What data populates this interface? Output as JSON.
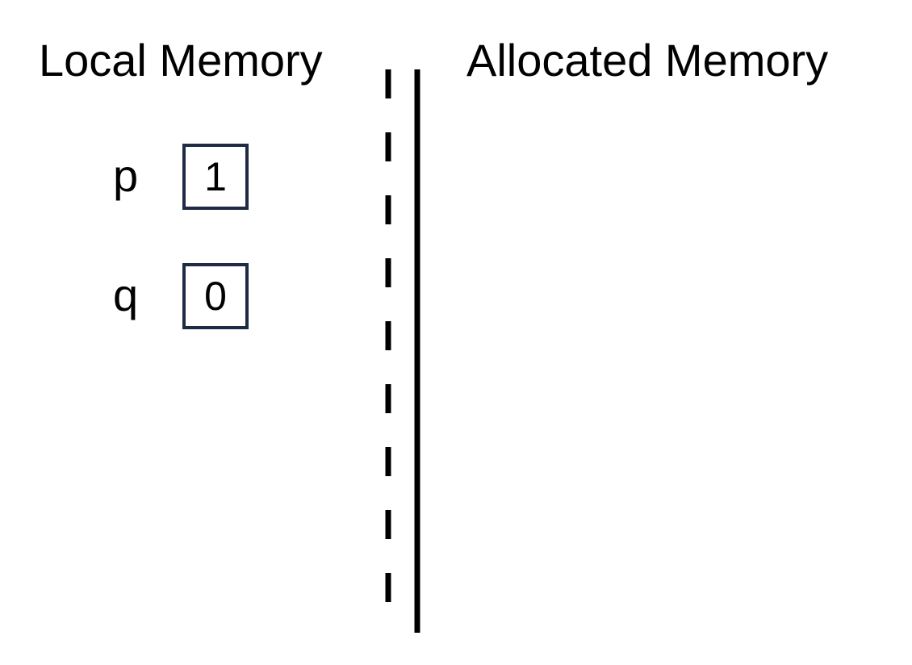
{
  "headings": {
    "local": "Local Memory",
    "allocated": "Allocated Memory"
  },
  "local_memory": {
    "variables": [
      {
        "name": "p",
        "value": "1"
      },
      {
        "name": "q",
        "value": "0"
      }
    ]
  },
  "colors": {
    "text": "#000000",
    "box_border": "#1f2a44",
    "divider": "#000000"
  }
}
